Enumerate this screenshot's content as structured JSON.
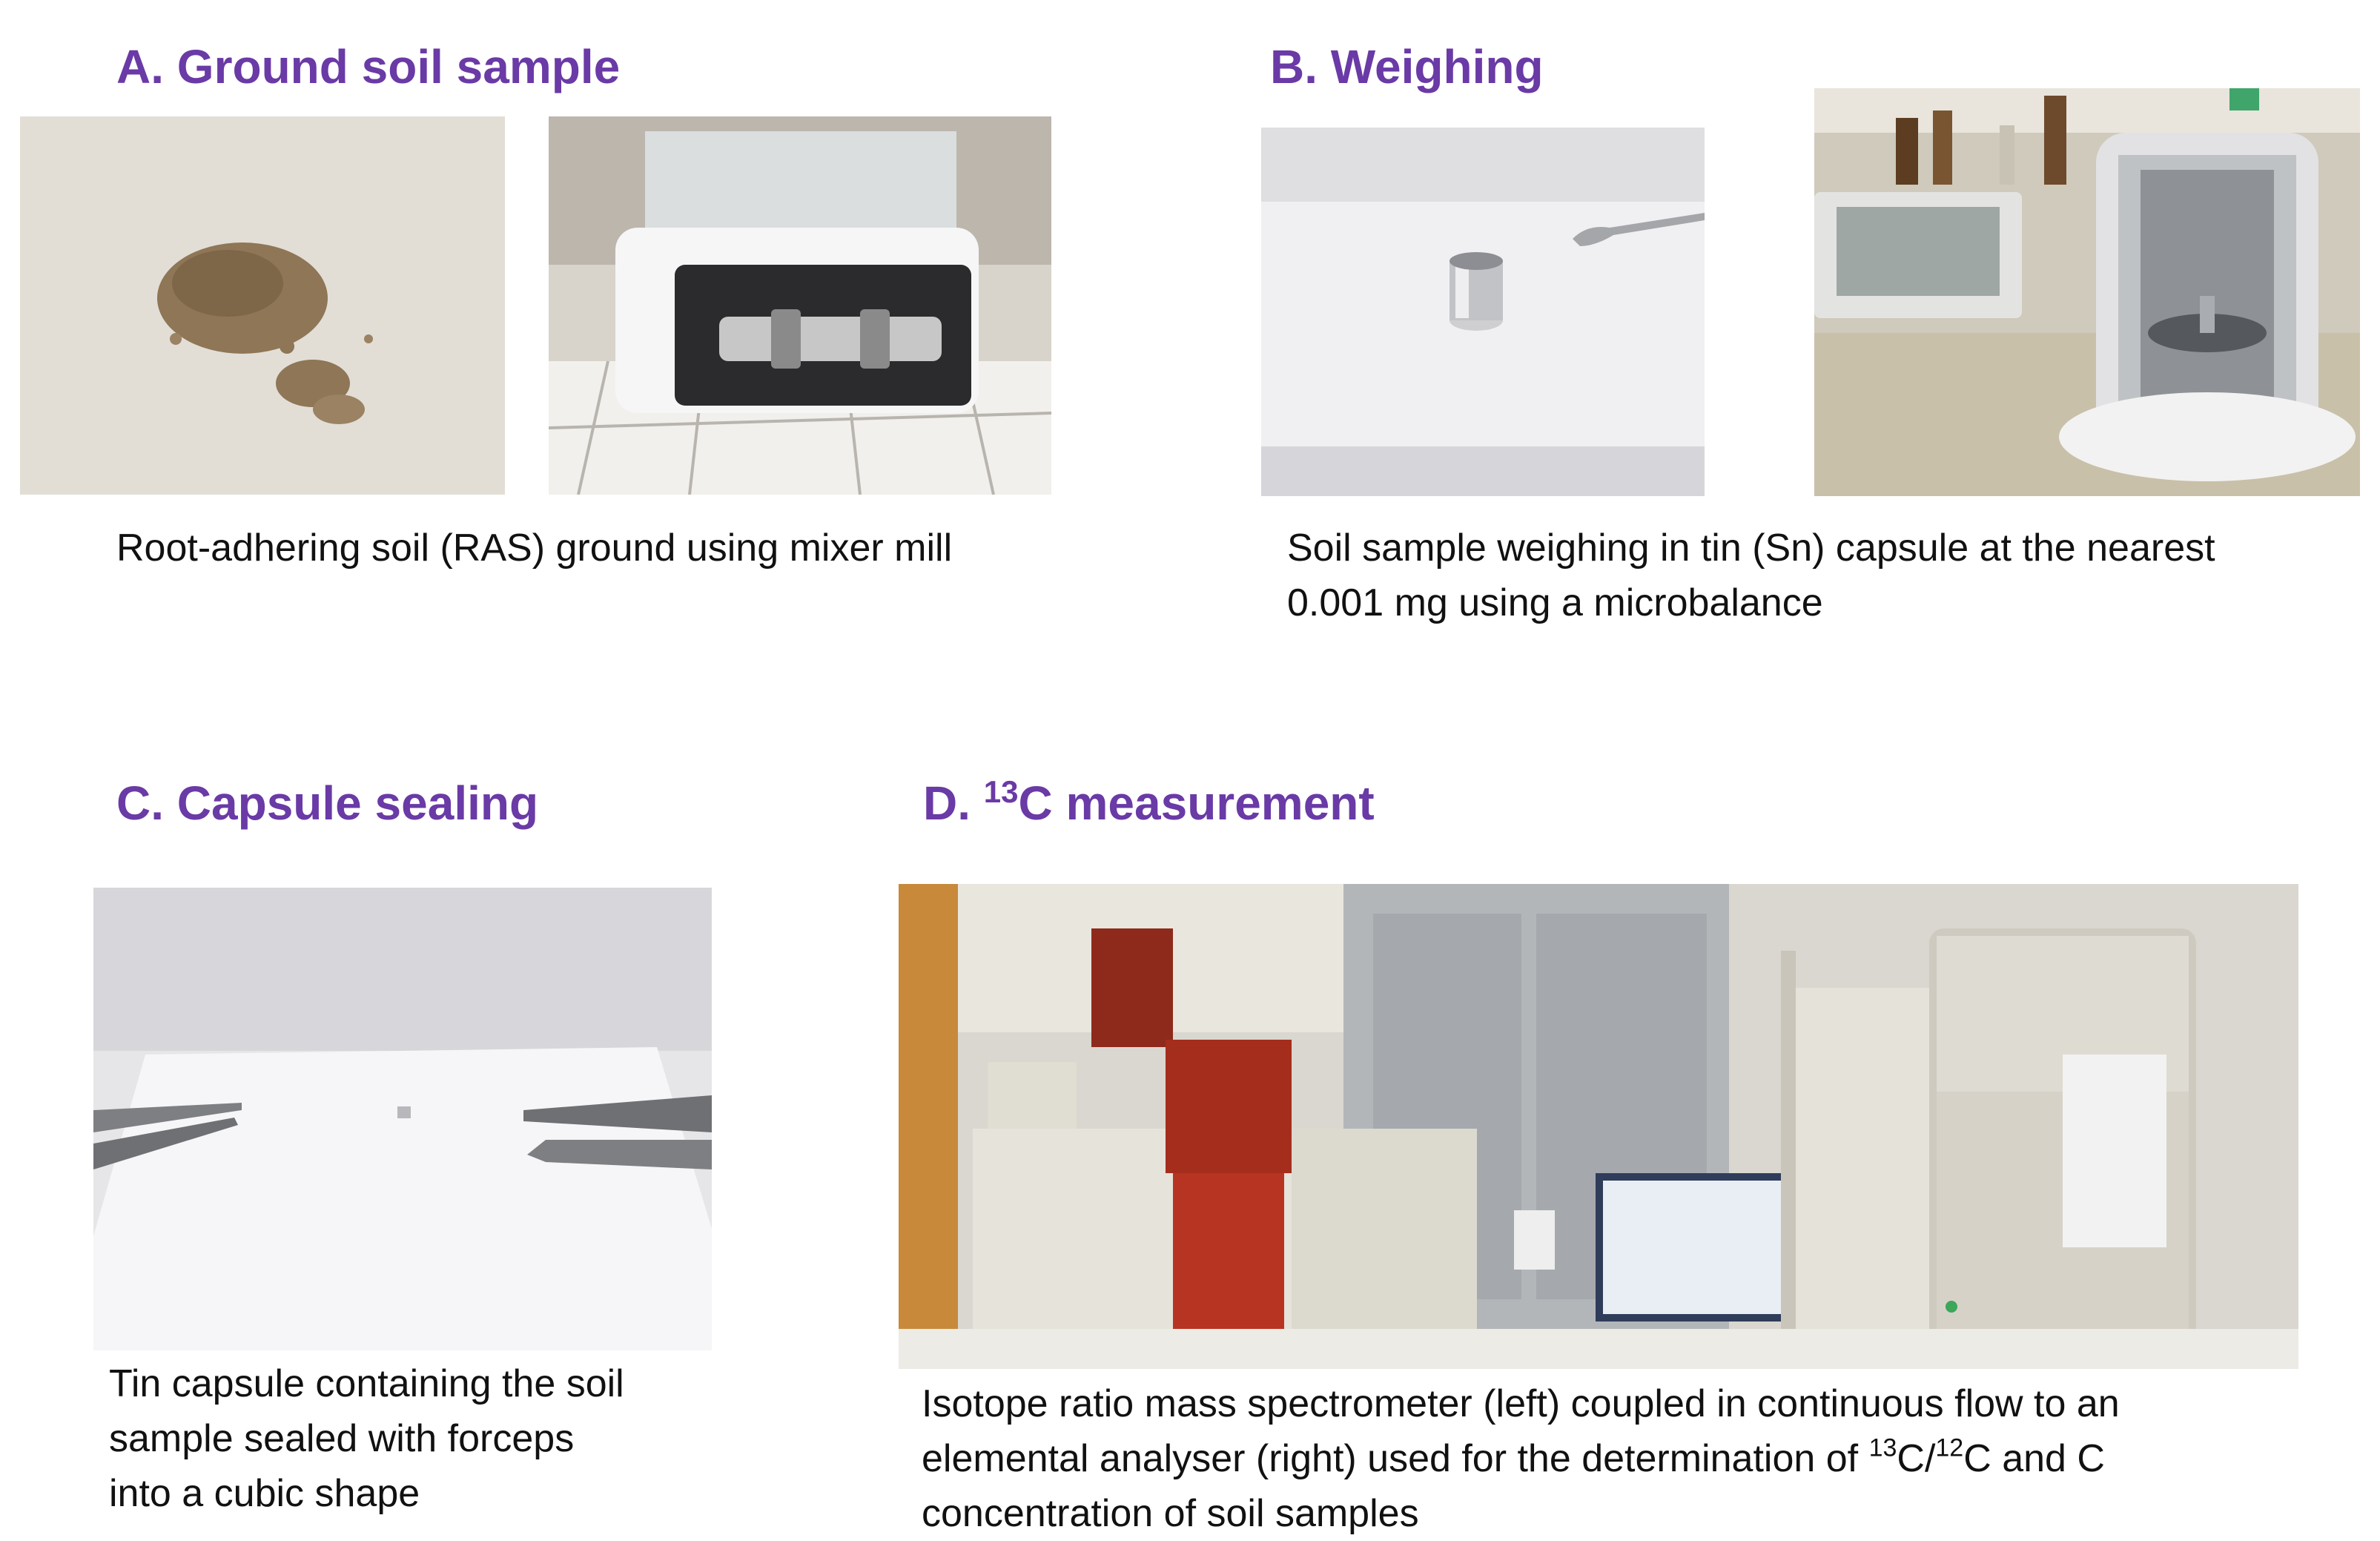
{
  "colors": {
    "heading": "#6a3aa6",
    "text": "#111111"
  },
  "panels": {
    "a": {
      "title": "A. Ground soil sample",
      "caption": "Root-adhering soil (RAS) ground using mixer mill",
      "photos": [
        "ground-soil-powder-photo",
        "mixer-mill-photo"
      ]
    },
    "b": {
      "title": "B. Weighing",
      "caption_line1": "Soil sample weighing in tin (Sn) capsule at the nearest",
      "caption_line2": "0.001 mg using a microbalance",
      "photos": [
        "tin-capsule-photo",
        "microbalance-photo"
      ]
    },
    "c": {
      "title": "C. Capsule sealing",
      "caption_line1": "Tin capsule containing the soil",
      "caption_line2": "sample sealed with forceps",
      "caption_line3": "into a cubic shape",
      "photos": [
        "capsule-sealing-forceps-photo"
      ]
    },
    "d": {
      "title_prefix": "D. ",
      "title_sup": "13",
      "title_rest": "C measurement",
      "caption_line1": "Isotope ratio mass spectrometer (left) coupled in continuous flow to an",
      "caption_line2_a": "elemental analyser (right) used for the determination of ",
      "caption_line2_sup1": "13",
      "caption_line2_b": "C/",
      "caption_line2_sup2": "12",
      "caption_line2_c": "C and C",
      "caption_line3": "concentration of soil samples",
      "photos": [
        "mass-spectrometer-lab-photo"
      ]
    }
  }
}
